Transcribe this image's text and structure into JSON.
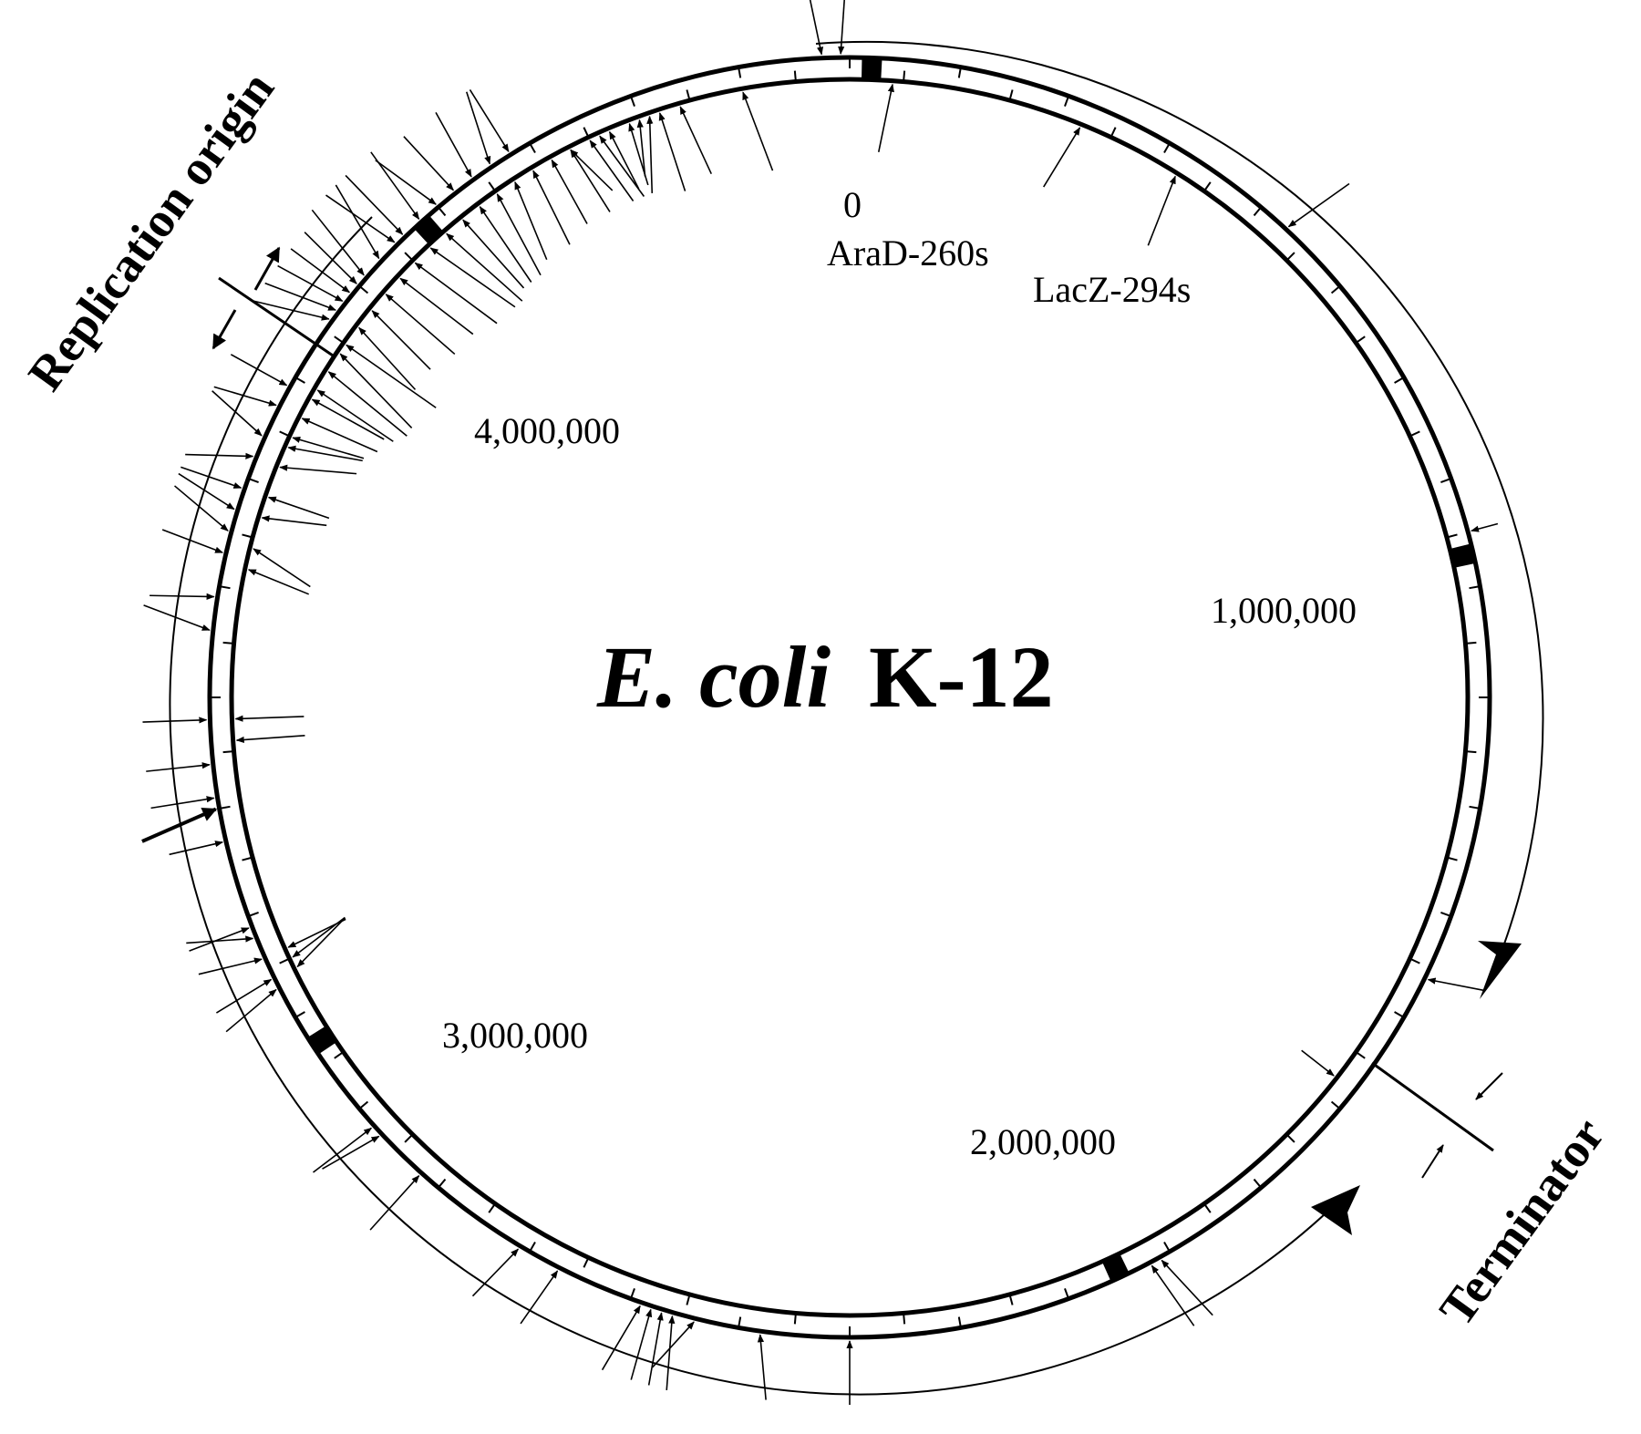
{
  "title": {
    "italic": "E. coli",
    "rest": "K-12"
  },
  "scale_labels": [
    {
      "id": "origin",
      "text": "0"
    },
    {
      "id": "1m",
      "text": "1,000,000"
    },
    {
      "id": "2m",
      "text": "2,000,000"
    },
    {
      "id": "3m",
      "text": "3,000,000"
    },
    {
      "id": "4m",
      "text": "4,000,000"
    }
  ],
  "gene_labels": [
    {
      "id": "arad",
      "text": "AraD-260s"
    },
    {
      "id": "lacz",
      "text": "LacZ-294s"
    }
  ],
  "region_labels": {
    "replication_origin": "Replication origin",
    "terminator": "Terminator"
  },
  "colors": {
    "ink": "#000000",
    "background": "#ffffff"
  }
}
